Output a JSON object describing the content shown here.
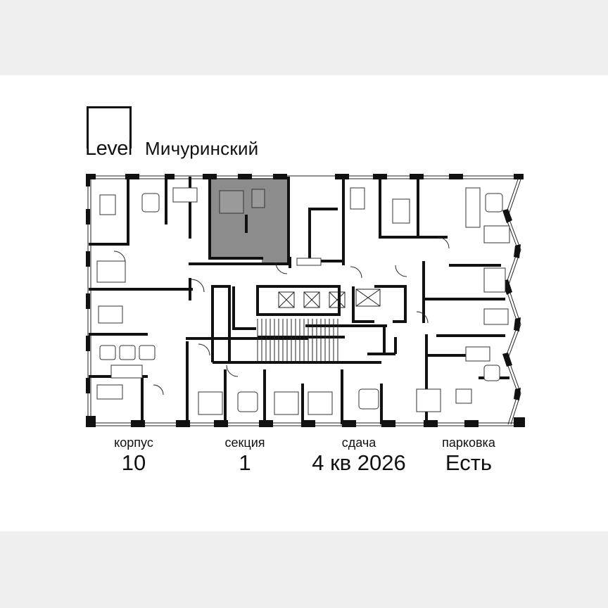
{
  "brand": {
    "logo_word": "Level",
    "project_name": "Мичуринский"
  },
  "plan": {
    "type": "floor-plan",
    "highlighted_unit": {
      "description": "selected apartment (2 rooms incl. bedroom, kitchen-dining, bathroom, wardrobe)",
      "fill_color": "#8c8c8c"
    },
    "wall_color": "#111111",
    "line_color": "#222222"
  },
  "facts": [
    {
      "label": "корпус",
      "value": "10"
    },
    {
      "label": "секция",
      "value": "1"
    },
    {
      "label": "сдача",
      "value": "4 кв 2026"
    },
    {
      "label": "парковка",
      "value": "Есть"
    }
  ],
  "colors": {
    "page_bg": "#efefef",
    "card_bg": "#ffffff",
    "text": "#111111",
    "highlight": "#8c8c8c"
  }
}
